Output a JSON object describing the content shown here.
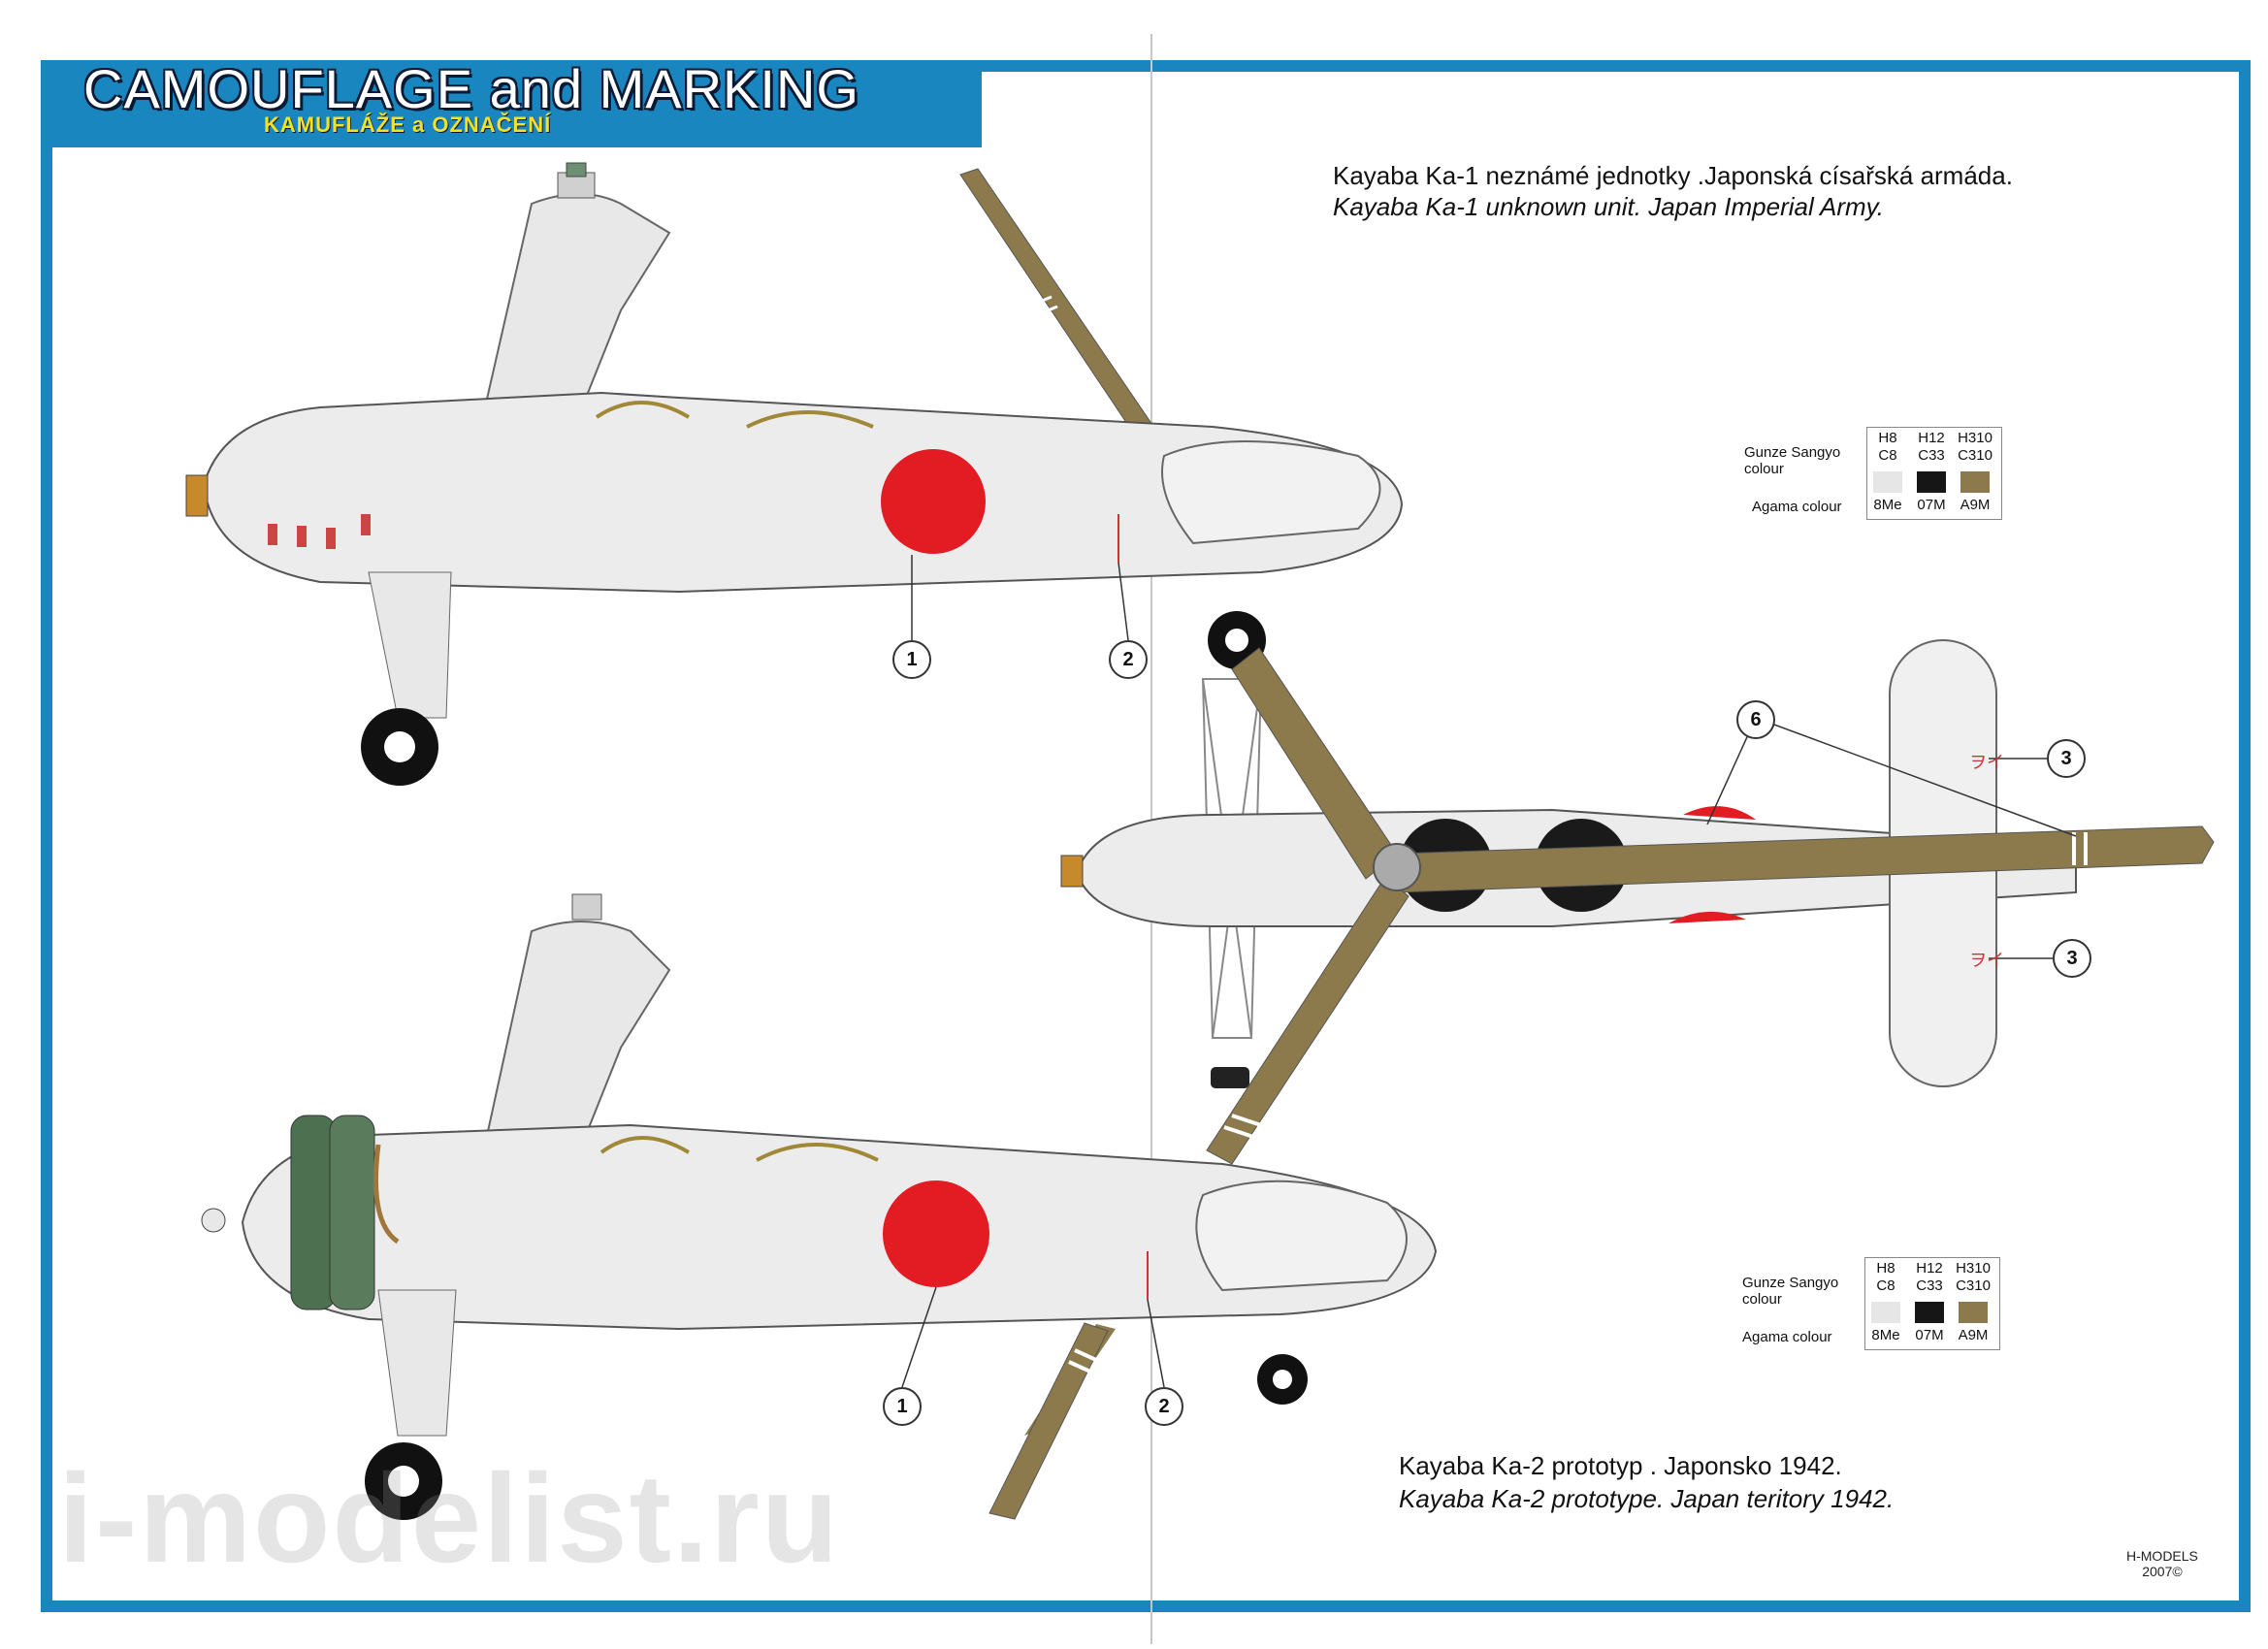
{
  "header": {
    "title": "CAMOUFLAGE and MARKING",
    "subtitle": "KAMUFLÁŽE a OZNAČENÍ"
  },
  "profile_top": {
    "caption_cz": "Kayaba Ka-1  neznámé jednotky .Japonská císařská armáda.",
    "caption_en": "Kayaba Ka-1 unknown unit.  Japan Imperial Army."
  },
  "profile_bottom": {
    "caption_cz": "Kayaba Ka-2  prototyp . Japonsko 1942.",
    "caption_en": "Kayaba Ka-2 prototype.  Japan teritory 1942."
  },
  "palette": {
    "gunze_label": "Gunze Sangyo colour",
    "agama_label": "Agama colour",
    "colours": [
      {
        "gunze_h": "H8",
        "gunze_c": "C8",
        "agama": "8Me",
        "hex": "#e6e6e6"
      },
      {
        "gunze_h": "H12",
        "gunze_c": "C33",
        "agama": "07M",
        "hex": "#161616"
      },
      {
        "gunze_h": "H310",
        "gunze_c": "C310",
        "agama": "A9M",
        "hex": "#8c7a4c"
      }
    ]
  },
  "callouts": {
    "top_roundel": "1",
    "top_code": "2",
    "bottom_roundel": "1",
    "bottom_code": "2",
    "plan_code_upper": "3",
    "plan_code_lower": "3",
    "plan_roundels": "6"
  },
  "tail_code": "ヲイ",
  "credit": {
    "maker": "H-MODELS",
    "year": "2007©"
  },
  "watermark": "i-modelist.ru",
  "colors": {
    "frame_blue": "#1a86bf",
    "title_yellow": "#f2e12a",
    "aircraft_white": "#e8e8e8",
    "hinomaru_red": "#e31b23",
    "rotor_olive": "#8c7a4c"
  }
}
